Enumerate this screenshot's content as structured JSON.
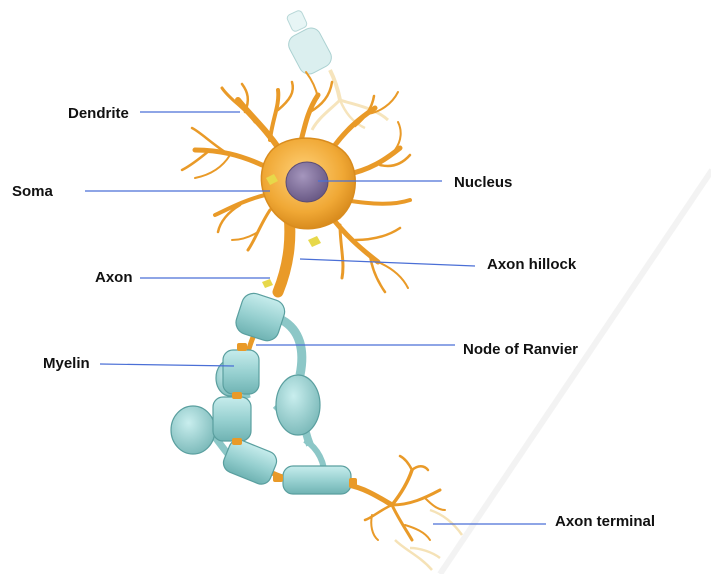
{
  "diagram": {
    "labels": {
      "dendrite": "Dendrite",
      "soma": "Soma",
      "axon": "Axon",
      "myelin": "Myelin",
      "nucleus": "Nucleus",
      "axon_hillock": "Axon hillock",
      "node_of_ranvier": "Node of Ranvier",
      "axon_terminal": "Axon terminal"
    },
    "colors": {
      "neuron_body": "#f0a835",
      "neuron_outline": "#b5781a",
      "nucleus_fill": "#7d6d96",
      "myelin_fill": "#9fd3d3",
      "myelin_outline": "#5a9f9f",
      "node_marker": "#e7d84a",
      "leader_line": "#4a6fd6"
    }
  }
}
